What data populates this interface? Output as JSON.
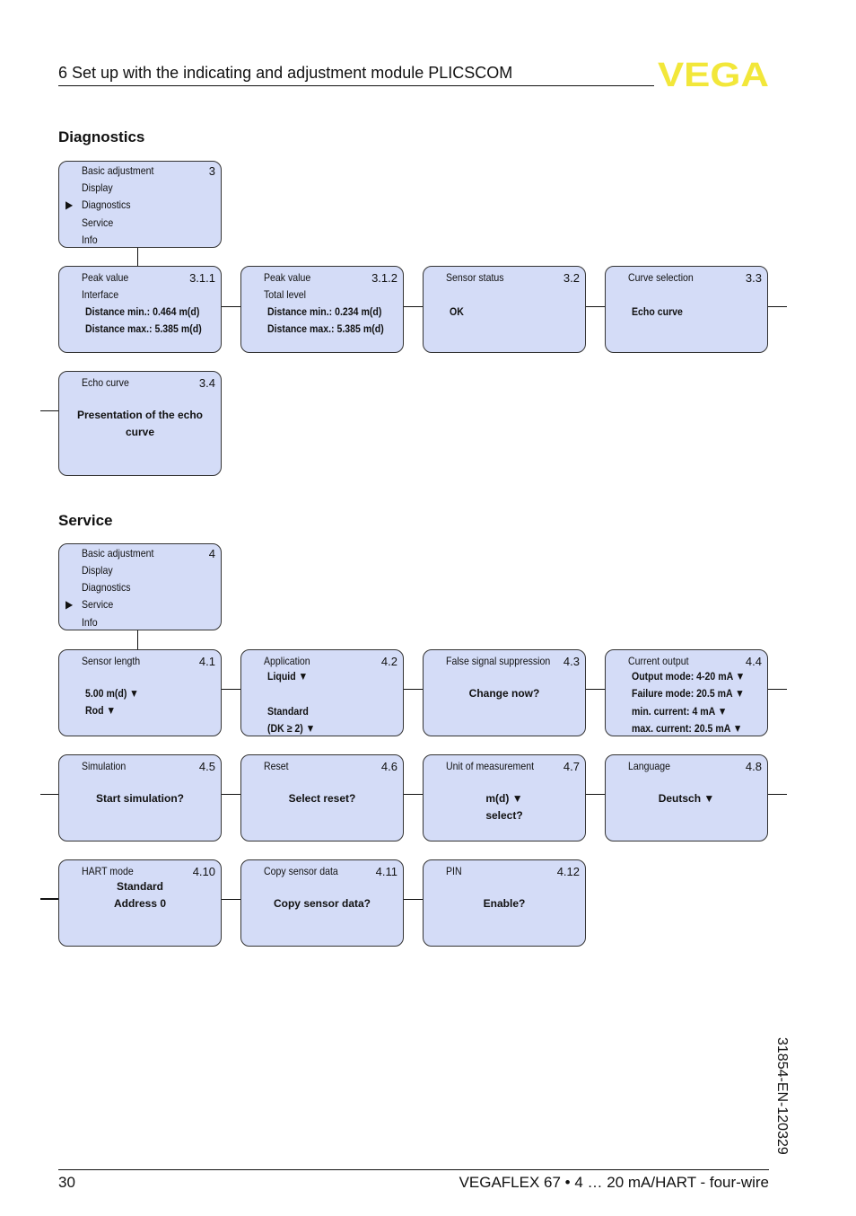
{
  "header": {
    "title": "6   Set up with the indicating and adjustment module PLICSCOM",
    "logo_text": "VEGA",
    "logo_color": "#f2e73a"
  },
  "diagnostics": {
    "title": "Diagnostics",
    "menu": {
      "items": [
        "Basic adjustment",
        "Display",
        "Diagnostics",
        "Service",
        "Info"
      ],
      "number": "3",
      "selected_marker": "▶"
    },
    "b311": {
      "title": "Peak value",
      "number": "3.1.1",
      "subtitle": "Interface",
      "line1": "Distance min.: 0.464 m(d)",
      "line2": "Distance max.: 5.385 m(d)"
    },
    "b312": {
      "title": "Peak value",
      "number": "3.1.2",
      "subtitle": "Total level",
      "line1": "Distance min.: 0.234 m(d)",
      "line2": "Distance max.: 5.385 m(d)"
    },
    "b32": {
      "title": "Sensor status",
      "number": "3.2",
      "value": "OK"
    },
    "b33": {
      "title": "Curve selection",
      "number": "3.3",
      "value": "Echo curve"
    },
    "b34": {
      "title": "Echo curve",
      "number": "3.4",
      "line1": "Presentation of the echo",
      "line2": "curve"
    }
  },
  "service": {
    "title": "Service",
    "menu": {
      "items": [
        "Basic adjustment",
        "Display",
        "Diagnostics",
        "Service",
        "Info"
      ],
      "number": "4",
      "selected_marker": "▶"
    },
    "b41": {
      "title": "Sensor length",
      "number": "4.1",
      "line1": "5.00 m(d) ▼",
      "line2": "Rod ▼"
    },
    "b42": {
      "title": "Application",
      "number": "4.2",
      "line1": "Liquid ▼",
      "line2": "Standard",
      "line3": "(DK ≥ 2) ▼"
    },
    "b43": {
      "title": "False signal suppression",
      "number": "4.3",
      "value": "Change now?"
    },
    "b44": {
      "title": "Current output",
      "number": "4.4",
      "line1": "Output mode: 4-20 mA ▼",
      "line2": "Failure mode: 20.5 mA ▼",
      "line3": "min. current: 4 mA ▼",
      "line4": "max. current: 20.5 mA ▼"
    },
    "b45": {
      "title": "Simulation",
      "number": "4.5",
      "value": "Start simulation?"
    },
    "b46": {
      "title": "Reset",
      "number": "4.6",
      "value": "Select reset?"
    },
    "b47": {
      "title": "Unit of measurement",
      "number": "4.7",
      "line1": "m(d) ▼",
      "line2": "select?"
    },
    "b48": {
      "title": "Language",
      "number": "4.8",
      "value": "Deutsch ▼"
    },
    "b410": {
      "title": "HART mode",
      "number": "4.10",
      "line1": "Standard",
      "line2": "Address 0"
    },
    "b411": {
      "title": "Copy sensor data",
      "number": "4.11",
      "value": "Copy sensor data?"
    },
    "b412": {
      "title": "PIN",
      "number": "4.12",
      "value": "Enable?"
    }
  },
  "footer": {
    "page": "30",
    "product": "VEGAFLEX 67 • 4 … 20 mA/HART - four-wire",
    "docnum": "31854-EN-120329"
  }
}
